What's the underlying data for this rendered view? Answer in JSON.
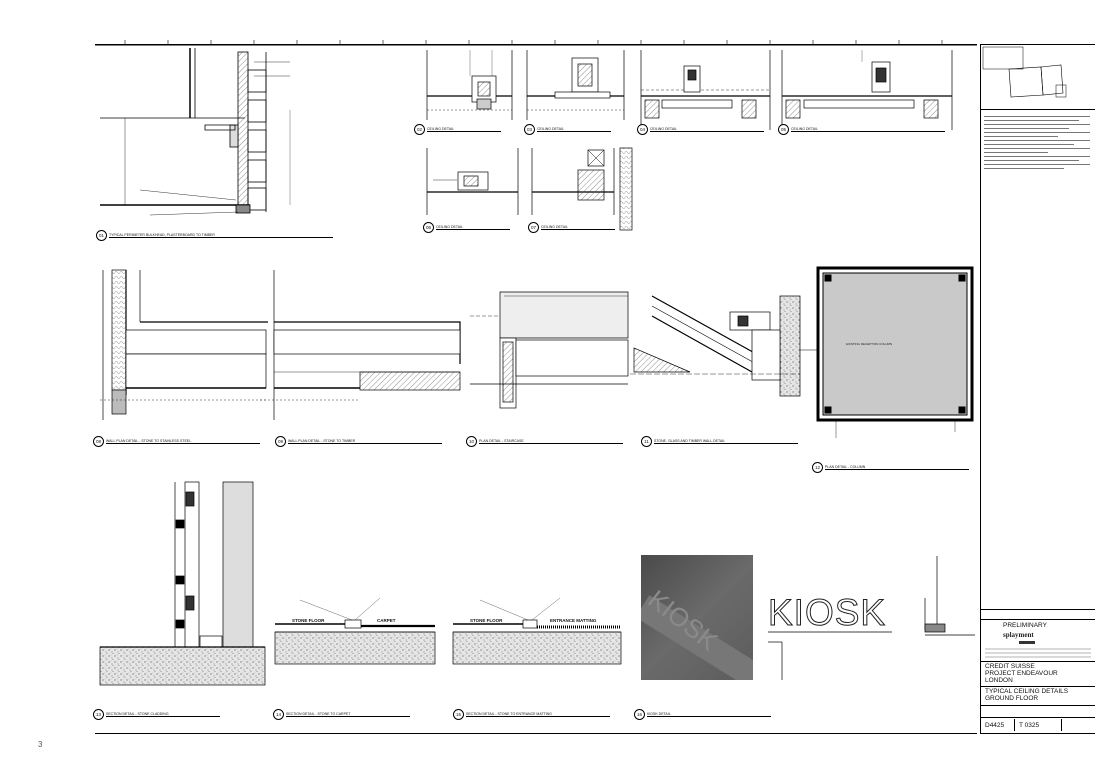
{
  "page": {
    "number": "3"
  },
  "details": [
    {
      "num": "01",
      "label": "TYPICAL PERIMETER BULKHEAD, PLASTERBOARD TO TIMBER"
    },
    {
      "num": "02",
      "label": "CEILING DETAIL"
    },
    {
      "num": "03",
      "label": "CEILING DETAIL"
    },
    {
      "num": "04",
      "label": "CEILING DETAIL"
    },
    {
      "num": "05",
      "label": "CEILING DETAIL"
    },
    {
      "num": "06",
      "label": "CEILING DETAIL"
    },
    {
      "num": "07",
      "label": "CEILING DETAIL"
    },
    {
      "num": "08",
      "label": "WALL PLAN DETAIL - STONE TO STAINLESS STEEL"
    },
    {
      "num": "09",
      "label": "WALL PLAN DETAIL - STONE TO TIMBER"
    },
    {
      "num": "10",
      "label": "PLAN DETAIL - STAIRCASE"
    },
    {
      "num": "11",
      "label": "STONE, GLASS AND TIMBER WALL DETAIL"
    },
    {
      "num": "12",
      "label": "PLAN DETAIL - COLUMN"
    },
    {
      "num": "13",
      "label": "SECTION DETAIL - STONE CLADDING"
    },
    {
      "num": "14",
      "label": "SECTION DETAIL - STONE TO CARPET"
    },
    {
      "num": "15",
      "label": "SECTION DETAIL - STONE TO ENTRANCE MATTING"
    },
    {
      "num": "16",
      "label": "KIOSK DETAIL"
    }
  ],
  "annotations": {
    "column_label": "EXISTING RECEPTION COLUMN",
    "stone_floor_a": "STONE FLOOR",
    "carpet": "CARPET",
    "stone_floor_b": "STONE FLOOR",
    "entrance_matting": "ENTRANCE MATTING",
    "kiosk_text": "KIOSK",
    "photo_text": "KIOSK"
  },
  "title_block": {
    "status": "PRELIMINARY",
    "client": "CREDIT SUISSE",
    "project": "PROJECT ENDEAVOUR",
    "location": "LONDON",
    "title_line1": "TYPICAL CEILING DETAILS",
    "title_line2": "GROUND FLOOR",
    "drawing_no": "D4425",
    "revision": "T 0325"
  }
}
